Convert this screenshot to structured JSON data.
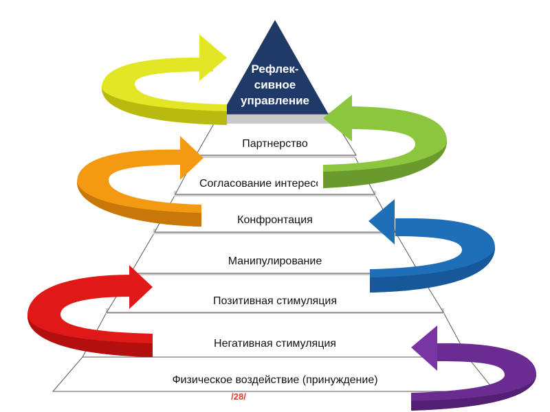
{
  "apex": {
    "lines": [
      "Рефлек-",
      "сивное",
      "управление"
    ],
    "color": "#1f3a68"
  },
  "levels": [
    "Партнерство",
    "Согласование интересов",
    "Конфронтация",
    "Манипулирование",
    "Позитивная стимуляция",
    "Негативная стимуляция",
    "Физическое воздействие (принуждение)"
  ],
  "page_number": "/28/",
  "arrow_colors": {
    "yellow": "#e3e624",
    "green": "#8cc63f",
    "orange": "#f39a12",
    "blue": "#1e6fb8",
    "red": "#e01818",
    "purple": "#6a2c91"
  }
}
